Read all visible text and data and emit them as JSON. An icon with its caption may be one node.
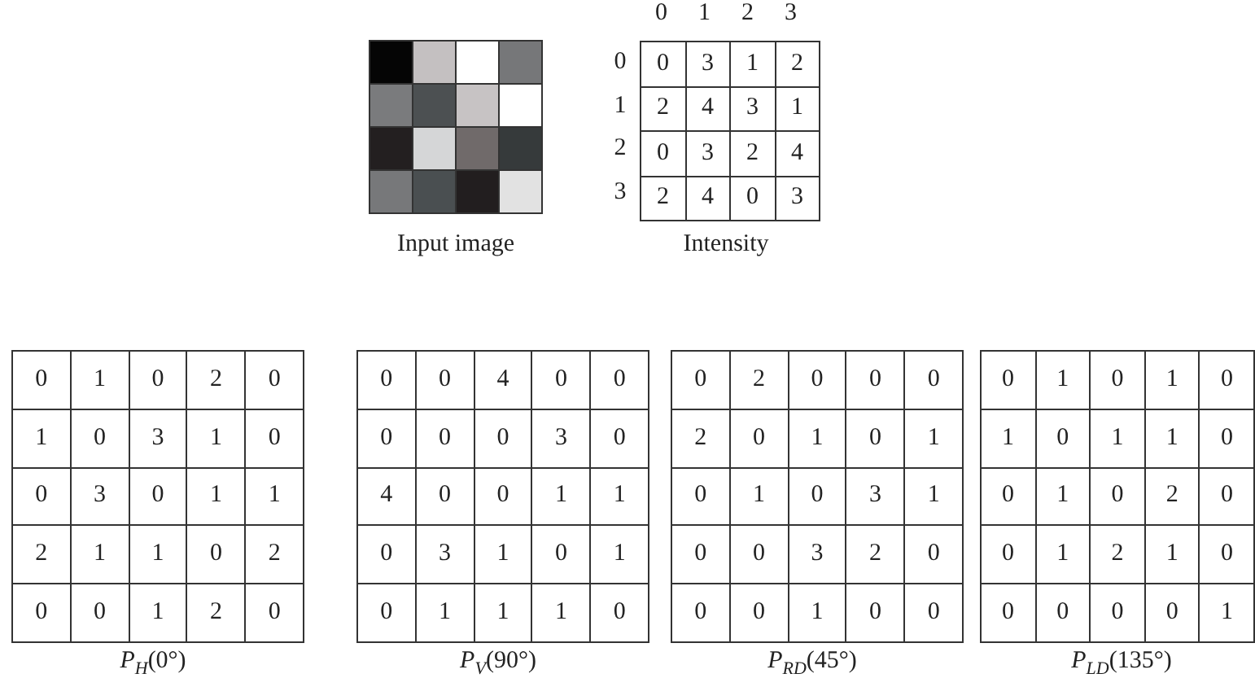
{
  "diagram": {
    "labels": [
      "0",
      "1",
      "2",
      "3",
      "0",
      "0",
      "3",
      "1",
      "2",
      "1",
      "2",
      "4",
      "3",
      "1",
      "2",
      "0",
      "3",
      "2",
      "4",
      "3",
      "2",
      "4",
      "0",
      "3",
      "Input image",
      "Intensity",
      "0",
      "1",
      "0",
      "2",
      "0",
      "1",
      "0",
      "3",
      "1",
      "0",
      "0",
      "3",
      "0",
      "1",
      "1",
      "2",
      "1",
      "1",
      "0",
      "2",
      "0",
      "0",
      "1",
      "2",
      "0",
      "*P*$_{H}$(0°)",
      "0",
      "0",
      "4",
      "0",
      "0",
      "0",
      "0",
      "0",
      "3",
      "0",
      "4",
      "0",
      "0",
      "1",
      "1",
      "0",
      "3",
      "1",
      "0",
      "1",
      "0",
      "1",
      "1",
      "1",
      "0",
      "*P*$_{V}$(90°)",
      "0",
      "2",
      "0",
      "0",
      "0",
      "2",
      "0",
      "1",
      "0",
      "1",
      "0",
      "1",
      "0",
      "3",
      "1",
      "0",
      "0",
      "3",
      "2",
      "0",
      "0",
      "0",
      "1",
      "0",
      "0",
      "*P*$_{RD}$(45°)",
      "0",
      "1",
      "0",
      "1",
      "0",
      "1",
      "0",
      "1",
      "1",
      "0",
      "0",
      "1",
      "0",
      "2",
      "0",
      "0",
      "1",
      "2",
      "1",
      "0",
      "0",
      "0",
      "0",
      "0",
      "1",
      "*P*$_{LD}$(135°)"
    ]
  }
}
